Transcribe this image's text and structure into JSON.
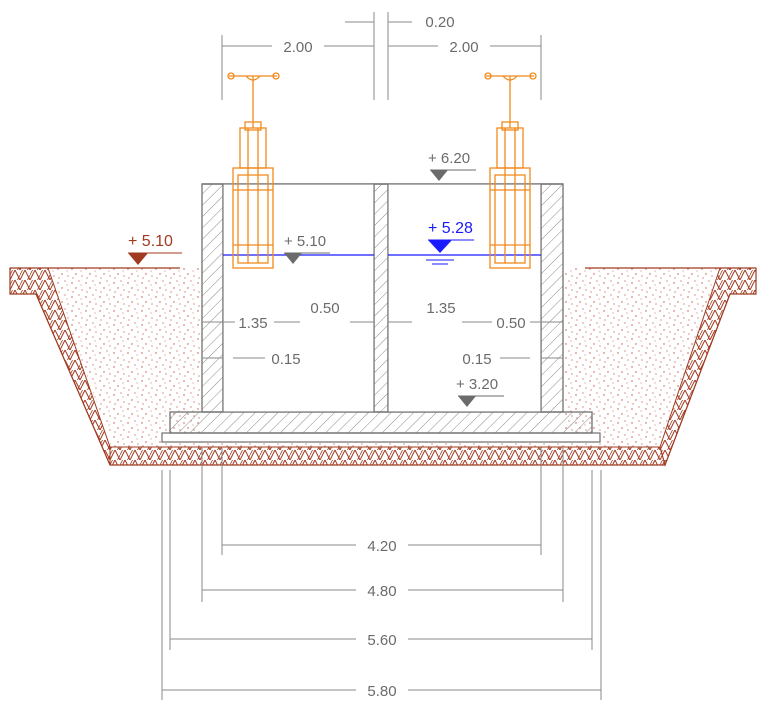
{
  "colors": {
    "dimension": "#6b6b6b",
    "concrete": "#7a7a7a",
    "soil": "#a03a20",
    "water": "#1a1aff",
    "gate": "#f08a1c"
  },
  "levels": {
    "ground_left": "+ 5.10",
    "water_inner": "+ 5.10",
    "top_wall": "+ 6.20",
    "water_design": "+ 5.28",
    "bottom": "+ 3.20"
  },
  "dims": {
    "gate_span_left": "2.00",
    "gate_span_right": "2.00",
    "divider": "0.20",
    "inner_left": "1.35",
    "inner_left_gap": "0.50",
    "inner_right": "1.35",
    "inner_right_gap": "0.50",
    "wall_left": "0.15",
    "wall_right": "0.15",
    "width_inner": "4.20",
    "width_walls": "4.80",
    "width_slab": "5.60",
    "width_total": "5.80"
  }
}
